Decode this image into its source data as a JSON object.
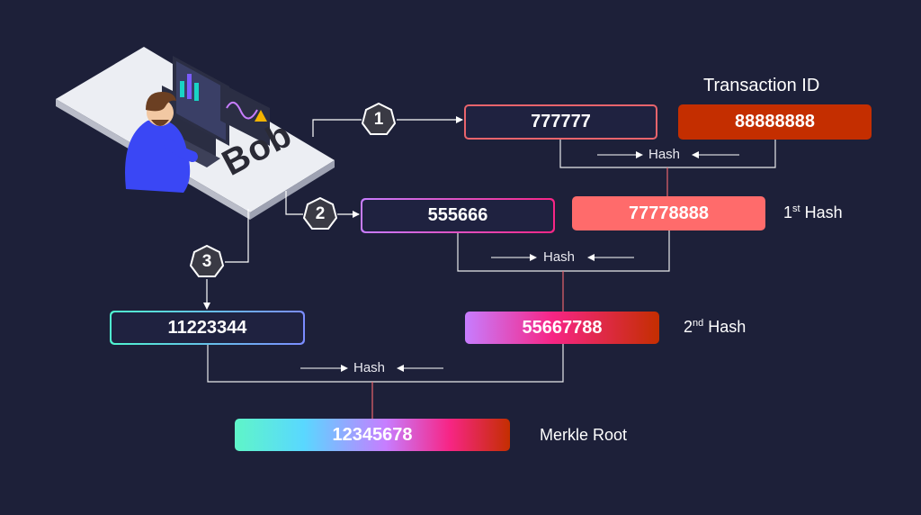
{
  "labels": {
    "transaction_id": "Transaction ID",
    "first_hash_pre": "1",
    "first_hash_sup": "st",
    "first_hash_post": " Hash",
    "second_hash_pre": "2",
    "second_hash_sup": "nd",
    "second_hash_post": " Hash",
    "merkle_root": "Merkle Root",
    "hash": "Hash",
    "bob": "Bob"
  },
  "boxes": {
    "tx_a": "777777",
    "tx_b": "88888888",
    "first_hash": "77778888",
    "tx_c": "555666",
    "second_hash": "55667788",
    "tx_d": "11223344",
    "merkle_root": "12345678"
  },
  "steps": [
    "1",
    "2",
    "3"
  ],
  "colors": {
    "background": "#1d2039",
    "tx_a_border": "#e8646c",
    "tx_b_fill": "#c42e00",
    "first_hash_fill": "#ff6b6b",
    "tx_c_border": "#c77dff",
    "connector": "#ffffff"
  },
  "icons": [
    "person-at-desk-illustration",
    "monitor-chart-icon",
    "warning-icon"
  ]
}
